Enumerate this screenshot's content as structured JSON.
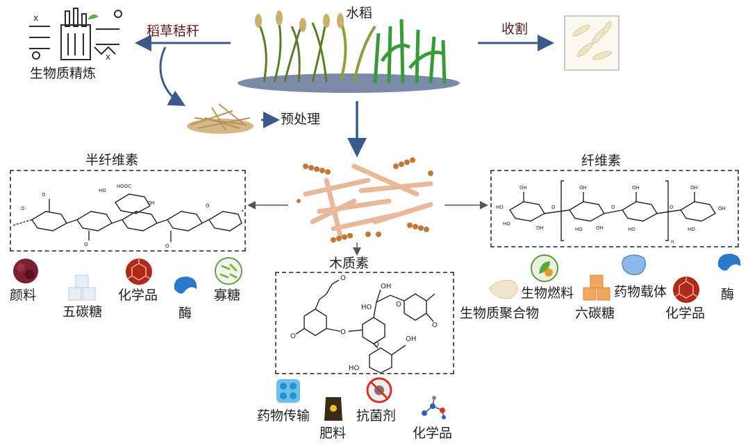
{
  "top": {
    "rice": "水稻",
    "straw": "稻草秸秆",
    "harvest": "收割",
    "biorefinery": "生物质精炼",
    "pretreatment": "预处理"
  },
  "hemicellulose": {
    "title": "半纤维素",
    "products": [
      "颜料",
      "五碳糖",
      "化学品",
      "酶",
      "寡糖"
    ]
  },
  "cellulose": {
    "title": "纤维素",
    "products": [
      "生物燃料",
      "药物载体",
      "酶",
      "生物质聚合物",
      "六碳糖",
      "化学品"
    ]
  },
  "lignin": {
    "title": "木质素",
    "products": [
      "药物传输",
      "肥料",
      "抗菌剂",
      "化学品"
    ]
  },
  "colors": {
    "arrow": "#3a5a8c",
    "box_border": "#4a5a6e",
    "label_dark": "#5a1a1a"
  },
  "icons": [
    "biorefinery-icon",
    "rice-plants-image",
    "rice-grains-image",
    "straw-pile-image",
    "fiber-bundle-image",
    "pigment-icon",
    "sugar-cubes-icon",
    "chemicals-hexagon-icon",
    "enzyme-icon",
    "oligosaccharide-icon",
    "biofuel-icon",
    "drug-carrier-icon",
    "biopolymer-icon",
    "sugar-cube-icon",
    "drug-delivery-icon",
    "fertilizer-icon",
    "antibacterial-icon",
    "molecule-icon"
  ]
}
